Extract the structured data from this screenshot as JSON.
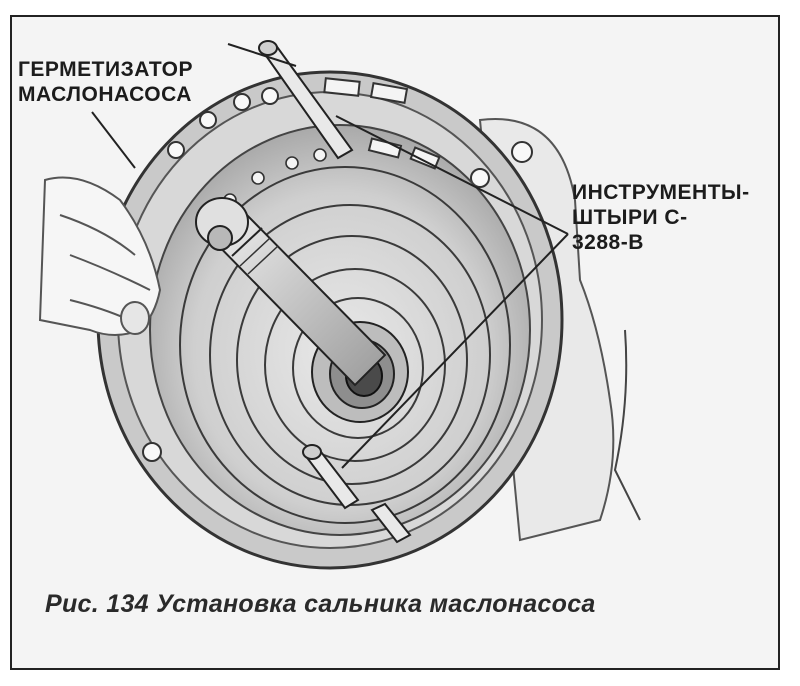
{
  "labels": {
    "seal": [
      "ГЕРМЕТИЗАТОР",
      "МАСЛОНАСОСА"
    ],
    "tools": [
      "ИНСТРУМЕНТЫ-",
      "ШТЫРИ С-",
      "3288-В"
    ]
  },
  "caption": "Рис. 134 Установка сальника маслонасоса"
}
